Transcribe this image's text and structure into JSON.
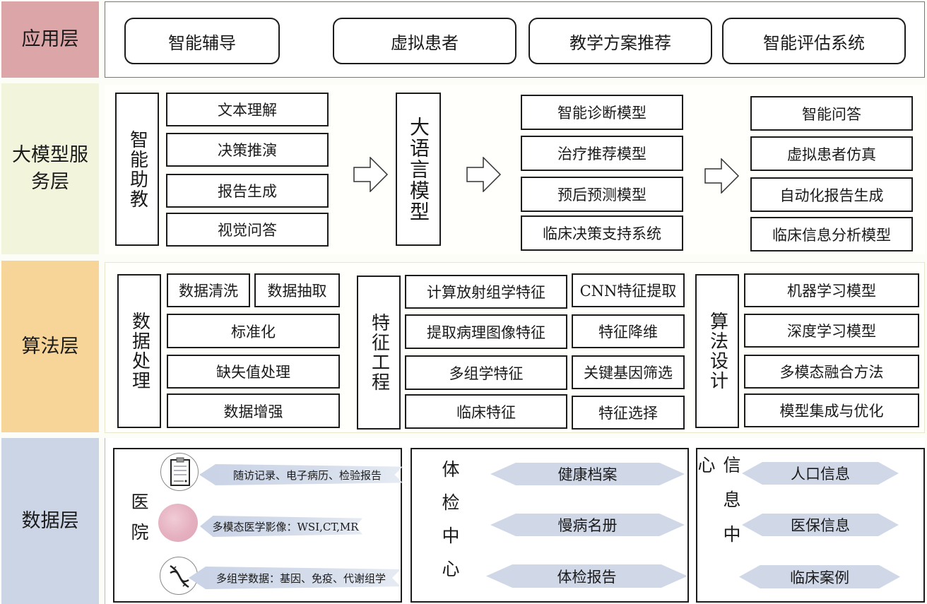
{
  "layers": {
    "application": {
      "label": "应用层",
      "color": "#dca6a9",
      "items": [
        "智能辅导",
        "虚拟患者",
        "教学方案推荐",
        "智能评估系统"
      ]
    },
    "model_service": {
      "label": "大模型服务层",
      "color": "#f2f4dc",
      "assistant": {
        "title": "智能助教",
        "items": [
          "文本理解",
          "决策推演",
          "报告生成",
          "视觉问答"
        ]
      },
      "llm": {
        "title": "大语言模型"
      },
      "models": [
        "智能诊断模型",
        "治疗推荐模型",
        "预后预测模型",
        "临床决策支持系统"
      ],
      "outputs": [
        "智能问答",
        "虚拟患者仿真",
        "自动化报告生成",
        "临床信息分析模型"
      ]
    },
    "algorithm": {
      "label": "算法层",
      "color": "#f7d497",
      "data_processing": {
        "title": "数据处理",
        "top_items": [
          "数据清洗",
          "数据抽取"
        ],
        "items": [
          "标准化",
          "缺失值处理",
          "数据增强"
        ]
      },
      "feature_engineering": {
        "title": "特征工程",
        "left_items": [
          "计算放射组学特征",
          "提取病理图像特征",
          "多组学特征",
          "临床特征"
        ],
        "right_items": [
          "CNN特征提取",
          "特征降维",
          "关键基因筛选",
          "特征选择"
        ]
      },
      "algorithm_design": {
        "title": "算法设计",
        "items": [
          "机器学习模型",
          "深度学习模型",
          "多模态融合方法",
          "模型集成与优化"
        ]
      }
    },
    "data": {
      "label": "数据层",
      "color": "#ccd5e6",
      "hospital": {
        "title": "医院",
        "items": [
          {
            "icon": "clipboard-icon",
            "text": "随访记录、电子病历、检验报告"
          },
          {
            "icon": "tissue-slide-icon",
            "text": "多模态医学影像：WSI,CT,MRI"
          },
          {
            "icon": "dna-icon",
            "text": "多组学数据：基因、免疫、代谢组学"
          }
        ]
      },
      "checkup_center": {
        "title": "体检中心",
        "items": [
          "健康档案",
          "慢病名册",
          "体检报告"
        ]
      },
      "info_center": {
        "title": "信息中心",
        "items": [
          "人口信息",
          "医保信息",
          "临床案例"
        ]
      }
    }
  }
}
